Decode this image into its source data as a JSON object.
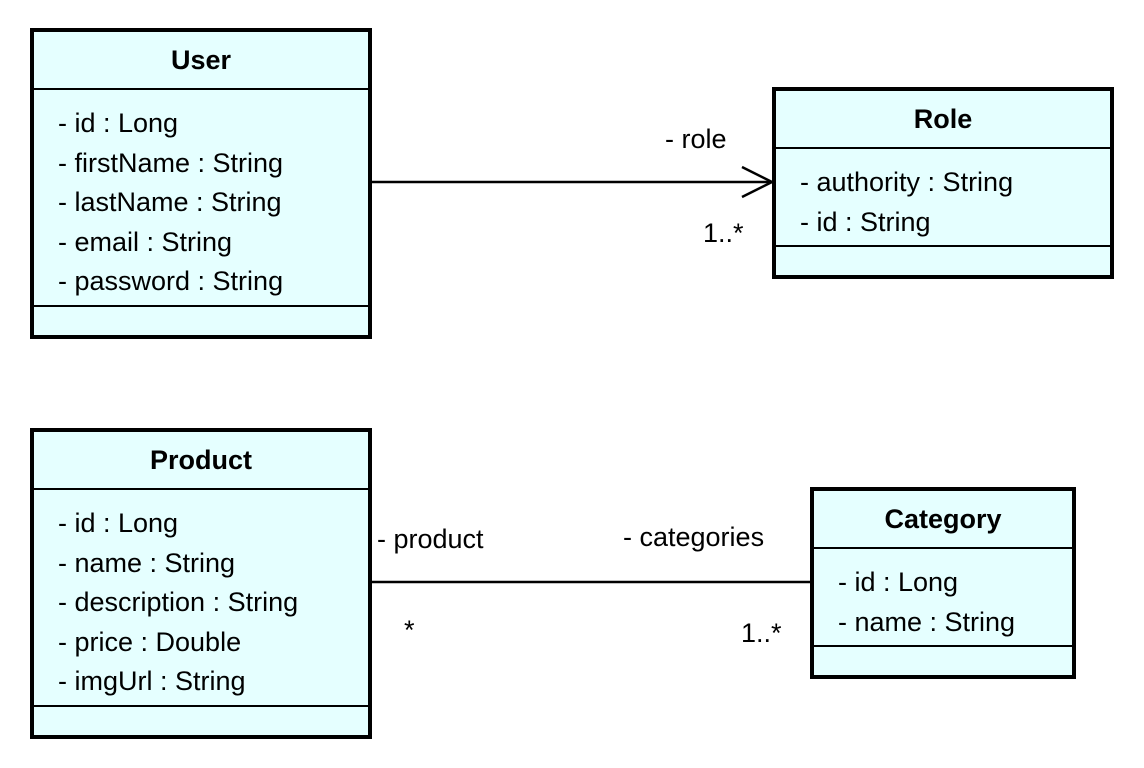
{
  "classes": {
    "user": {
      "name": "User",
      "attributes": [
        "- id : Long",
        "- firstName : String",
        "- lastName : String",
        "- email : String",
        "- password : String"
      ]
    },
    "role": {
      "name": "Role",
      "attributes": [
        "- authority : String",
        "- id : String"
      ]
    },
    "product": {
      "name": "Product",
      "attributes": [
        "- id : Long",
        "- name : String",
        "- description : String",
        "- price : Double",
        "- imgUrl : String"
      ]
    },
    "category": {
      "name": "Category",
      "attributes": [
        "- id : Long",
        "- name : String"
      ]
    }
  },
  "associations": {
    "user_role": {
      "role_name": "- role",
      "multiplicity": "1..*"
    },
    "product_category": {
      "source_role": "- product",
      "source_multiplicity": "*",
      "target_role": "- categories",
      "target_multiplicity": "1..*"
    }
  },
  "colors": {
    "class_fill": "#e5ffff",
    "line": "#000000"
  }
}
